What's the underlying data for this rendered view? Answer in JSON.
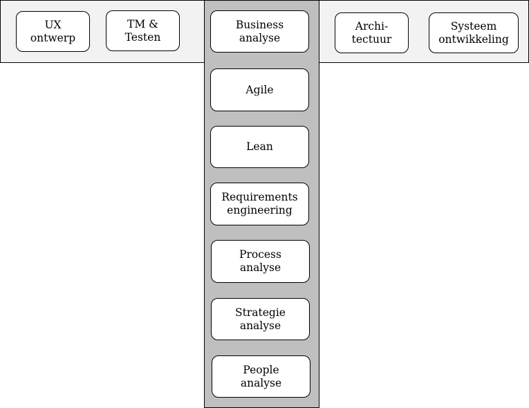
{
  "top_row": {
    "ux": "UX\nontwerp",
    "tm": "TM &\nTesten",
    "architectuur": "Archi-\ntectuur",
    "systeem": "Systeem\nontwikkeling"
  },
  "column": {
    "business": "Business\nanalyse",
    "agile": "Agile",
    "lean": "Lean",
    "requirements": "Requirements\nengineering",
    "process": "Process\nanalyse",
    "strategie": "Strategie\nanalyse",
    "people": "People\nanalyse"
  },
  "colors": {
    "band_fill": "#f2f2f2",
    "column_fill": "#bfbfbf",
    "box_fill": "#ffffff",
    "border": "#000000"
  }
}
